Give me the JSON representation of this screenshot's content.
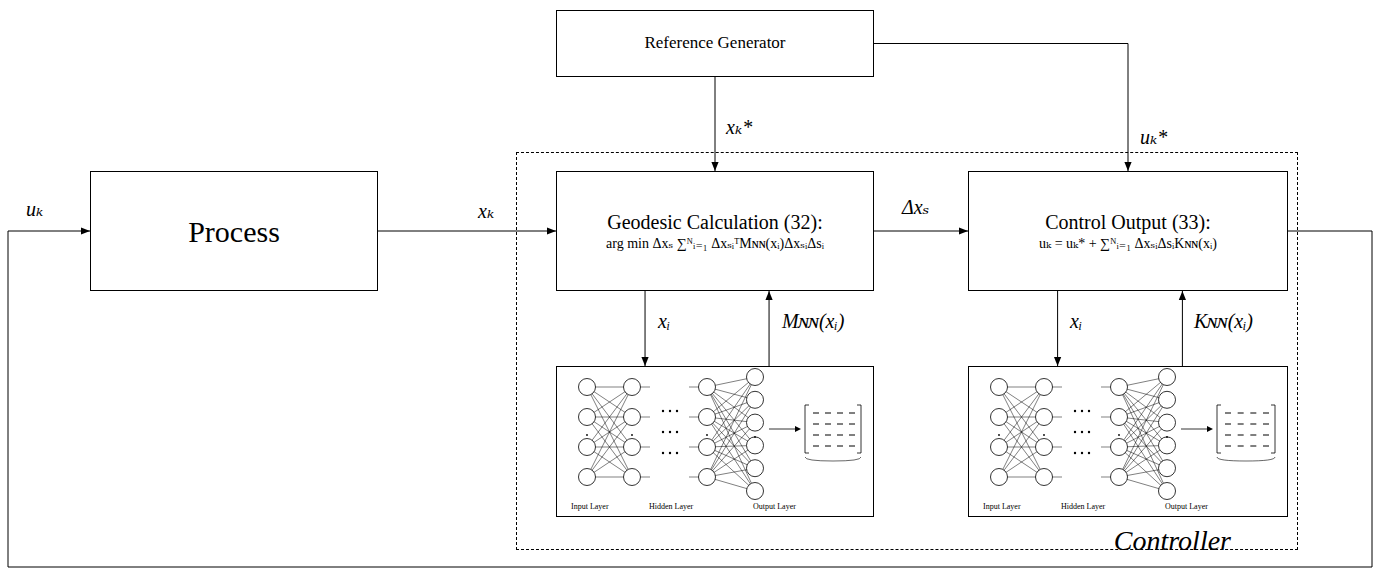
{
  "diagram": {
    "nodes": [
      {
        "text": [
          "Reference Generator"
        ]
      },
      {
        "text": [
          "Process"
        ]
      },
      {
        "text": [
          "Controller"
        ]
      },
      {
        "text": [
          "Geodesic Calculation (32):",
          "arg min Δxₛ ∑ᴺᵢ₌₁ ΔxₛᵢᵀMɴɴ(xᵢ)ΔxₛᵢΔsᵢ"
        ],
        "in": 2
      },
      {
        "text": [
          "Control Output (33):",
          "uₖ = uₖ* + ∑ᴺᵢ₌₁ ΔxₛᵢΔsᵢKɴɴ(xᵢ)"
        ],
        "in": 2
      },
      {
        "text": [
          "Input Layer",
          "Hidden Layer",
          "Output Layer"
        ],
        "in": 2
      },
      {
        "text": [
          "Input Layer",
          "Hidden Layer",
          "Output Layer"
        ],
        "in": 2
      }
    ],
    "edges": [
      {
        "from": 1,
        "to": 3,
        "label": "xₖ",
        "arrow": "to"
      },
      {
        "from": 0,
        "to": 3,
        "label": "xₖ*",
        "arrow": "to"
      },
      {
        "from": 0,
        "to": 4,
        "label": "uₖ*",
        "arrow": "to"
      },
      {
        "from": 3,
        "to": 4,
        "label": "Δxₛ",
        "arrow": "to"
      },
      {
        "from": 3,
        "to": 5,
        "label": "xᵢ",
        "arrow": "to"
      },
      {
        "from": 5,
        "to": 3,
        "label": "Mɴɴ(xᵢ)",
        "arrow": "to"
      },
      {
        "from": 4,
        "to": 6,
        "label": "xᵢ",
        "arrow": "to"
      },
      {
        "from": 6,
        "to": 4,
        "label": "Kɴɴ(xᵢ)",
        "arrow": "to"
      },
      {
        "from": 4,
        "to": 1,
        "label": "uₖ",
        "arrow": "to"
      }
    ]
  }
}
